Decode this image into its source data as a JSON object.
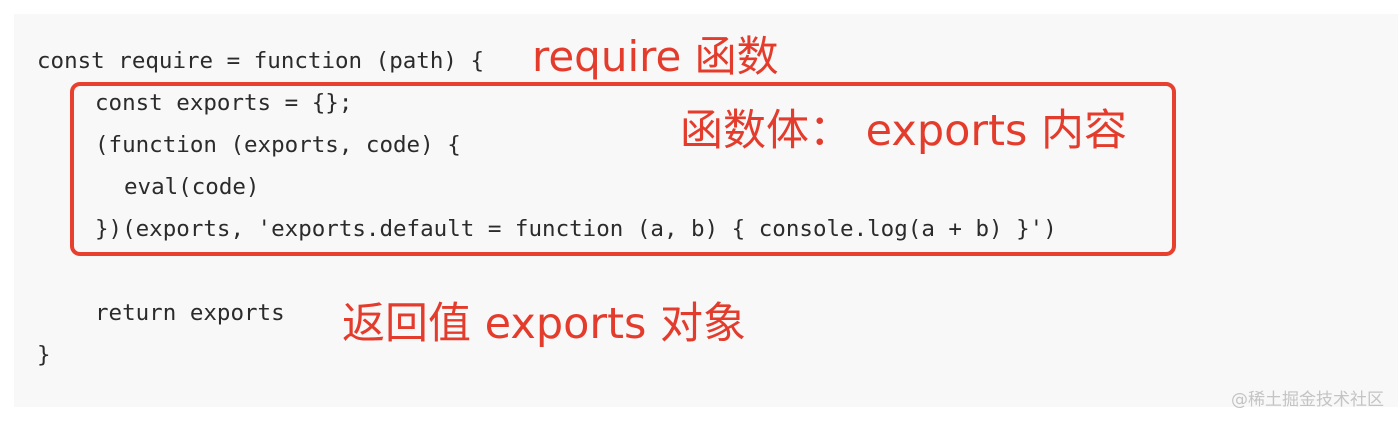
{
  "code": {
    "lines": [
      "const require = function (path) {",
      "const exports = {};",
      "(function (exports, code) {",
      "eval(code)",
      "})(exports, 'exports.default = function (a, b) { console.log(a + b) }')",
      "return exports",
      "}"
    ]
  },
  "annotations": {
    "require_fn": "require 函数",
    "fn_body": "函数体： exports 内容",
    "return_value": "返回值 exports 对象"
  },
  "watermark": "@稀土掘金技术社区",
  "colors": {
    "annotation": "#e43c2c",
    "box_border": "#e8402f",
    "code_text": "#2b2b2b",
    "panel_bg": "#f8f8f8"
  }
}
